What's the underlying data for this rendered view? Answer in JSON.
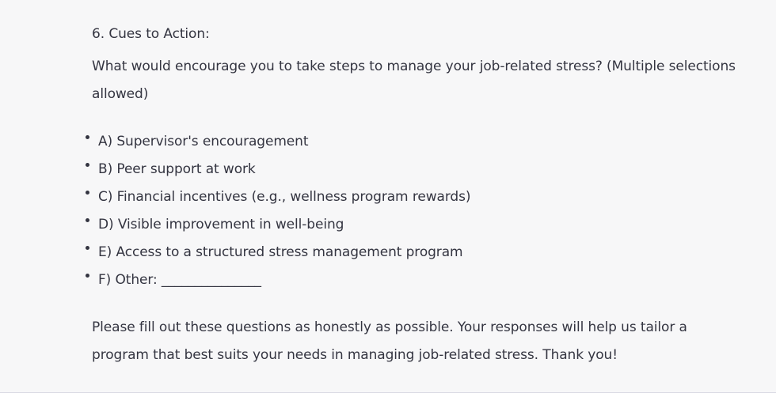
{
  "section": {
    "heading": "6. Cues to Action:",
    "question": "What would encourage you to take steps to manage your job-related stress? (Multiple selections allowed)",
    "options": [
      {
        "label": "A) Supervisor's encouragement"
      },
      {
        "label": "B) Peer support at work"
      },
      {
        "label": "C) Financial incentives (e.g., wellness program rewards)"
      },
      {
        "label": "D) Visible improvement in well-being"
      },
      {
        "label": "E) Access to a structured stress management program"
      },
      {
        "label": "F) Other: _______________"
      }
    ],
    "closing": "Please fill out these questions as honestly as possible. Your responses will help us tailor a program that best suits your needs in managing job-related stress. Thank you!"
  },
  "colors": {
    "background": "#f7f7f8",
    "text": "#343541",
    "divider": "#d9d9e3"
  }
}
